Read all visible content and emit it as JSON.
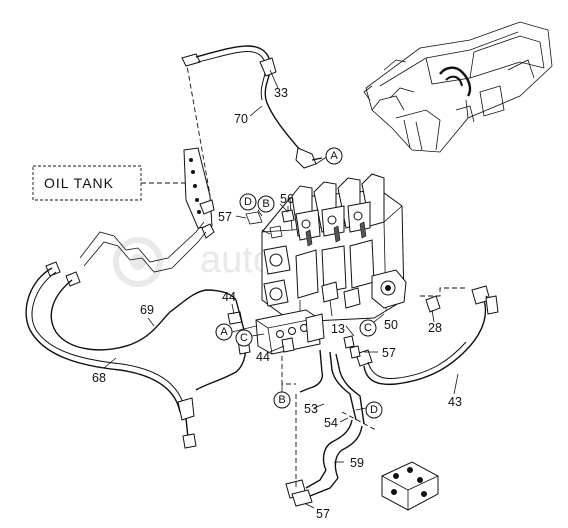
{
  "oil_tank_label": "OIL TANK",
  "watermark": "autoparts.ru",
  "callouts": {
    "p33": "33",
    "p70": "70",
    "p56": "56",
    "p57a": "57",
    "p44a": "44",
    "p44b": "44",
    "p50": "50",
    "p13": "13",
    "p57b": "57",
    "p69": "69",
    "p68": "68",
    "p28": "28",
    "p43": "43",
    "p53": "53",
    "p54": "54",
    "p59": "59",
    "p57c": "57"
  },
  "connectors": {
    "a1": "A",
    "a2": "A",
    "b1": "B",
    "b2": "B",
    "c1": "C",
    "c2": "C",
    "d1": "D",
    "d2": "D"
  }
}
